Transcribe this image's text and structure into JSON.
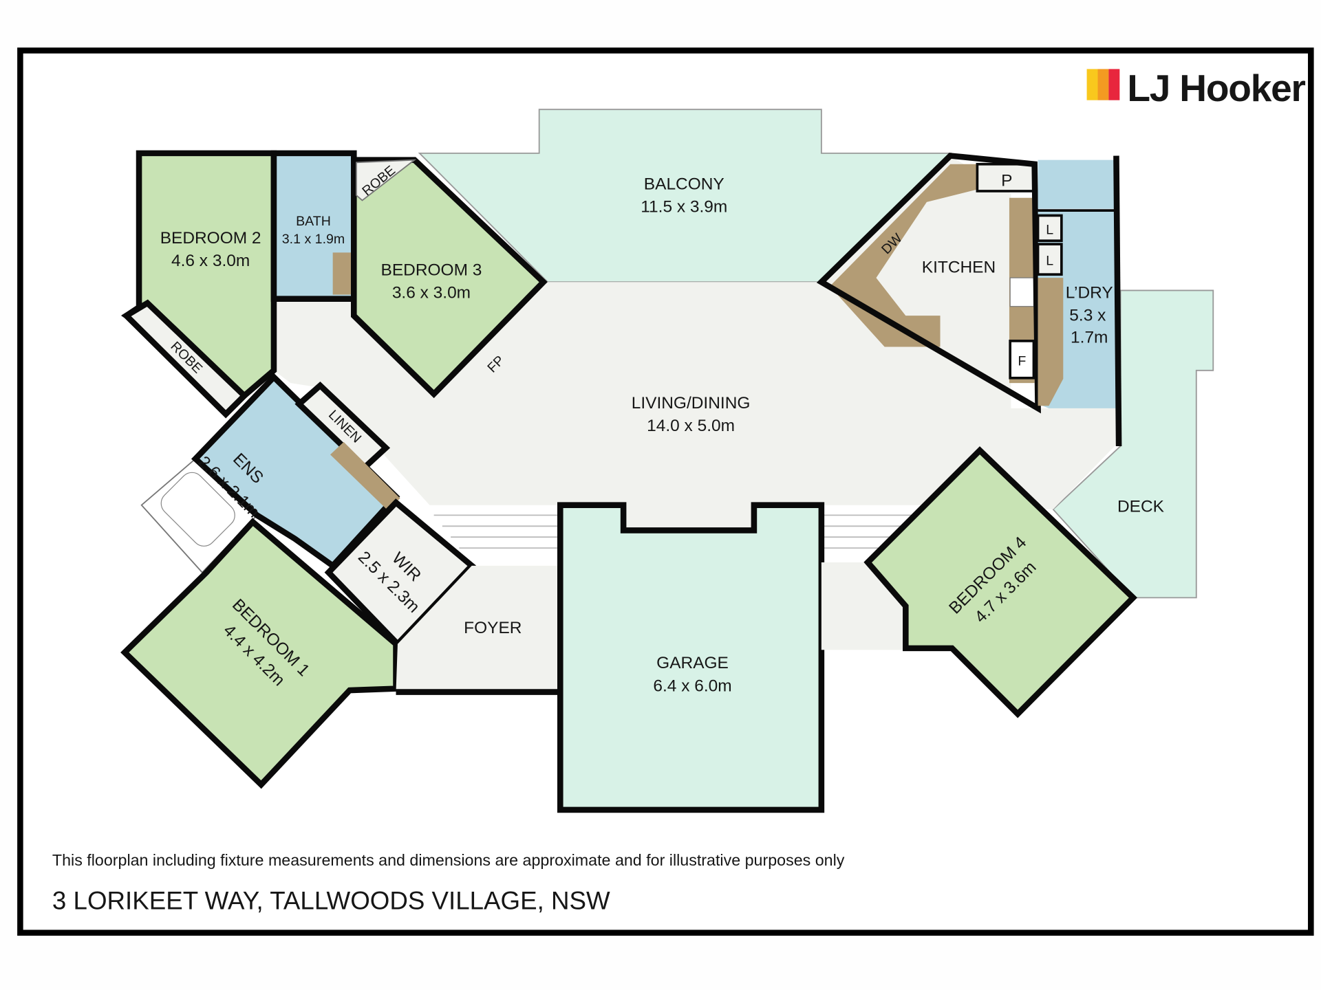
{
  "brand": {
    "name": "LJ Hooker",
    "colors": {
      "yellow": "#f9c81d",
      "orange": "#f39a22",
      "red": "#e8263d"
    }
  },
  "rooms": {
    "balcony": {
      "name": "BALCONY",
      "size": "11.5 x 3.9m"
    },
    "bedroom2": {
      "name": "BEDROOM 2",
      "size": "4.6 x 3.0m"
    },
    "bath": {
      "name": "BATH",
      "size": "3.1 x 1.9m"
    },
    "robe_top": {
      "name": "ROBE"
    },
    "bedroom3": {
      "name": "BEDROOM 3",
      "size": "3.6 x 3.0m"
    },
    "kitchen": {
      "name": "KITCHEN"
    },
    "pantry": {
      "name": "P"
    },
    "dishwasher": {
      "name": "DW"
    },
    "linen_l1": {
      "name": "L"
    },
    "linen_l2": {
      "name": "L"
    },
    "fridge": {
      "name": "F"
    },
    "laundry": {
      "name": "L’DRY",
      "size_line1": "5.3 x",
      "size_line2": "1.7m"
    },
    "robe_left": {
      "name": "ROBE"
    },
    "fireplace": {
      "name": "FP"
    },
    "living": {
      "name": "LIVING/DINING",
      "size": "14.0 x 5.0m"
    },
    "linen": {
      "name": "LINEN"
    },
    "ensuite": {
      "name": "ENS",
      "size": "2.6 x 2.1m"
    },
    "deck": {
      "name": "DECK"
    },
    "wir": {
      "name": "WIR",
      "size": "2.5 x 2.3m"
    },
    "foyer": {
      "name": "FOYER"
    },
    "garage": {
      "name": "GARAGE",
      "size": "6.4 x 6.0m"
    },
    "bedroom4": {
      "name": "BEDROOM 4",
      "size": "4.7 x 3.6m"
    },
    "bedroom1": {
      "name": "BEDROOM 1",
      "size": "4.4 x 4.2m"
    }
  },
  "footer": {
    "disclaimer": "This floorplan including fixture measurements and dimensions are approximate and for illustrative purposes only",
    "address": "3 LORIKEET WAY, TALLWOODS VILLAGE, NSW"
  }
}
